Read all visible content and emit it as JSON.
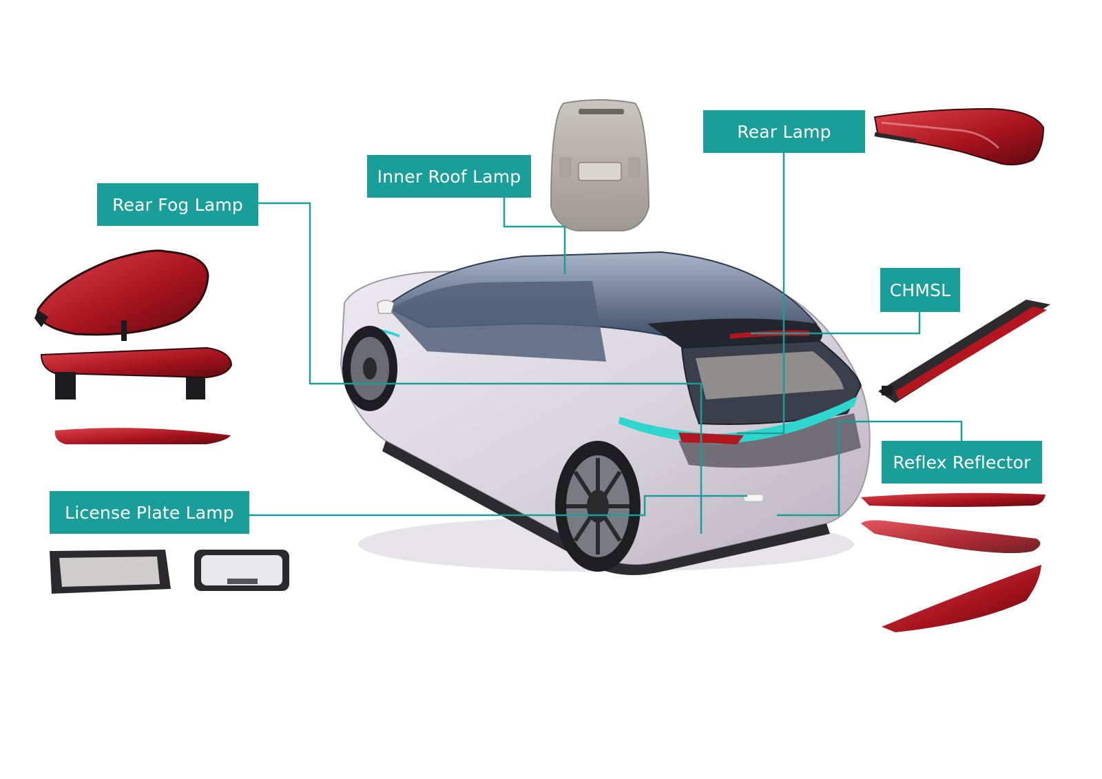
{
  "labels": {
    "rear_fog_lamp": "Rear Fog Lamp",
    "inner_roof_lamp": "Inner Roof Lamp",
    "rear_lamp": "Rear Lamp",
    "chmsl": "CHMSL",
    "reflex_reflector": "Reflex Reflector",
    "license_plate_lamp": "License Plate Lamp"
  },
  "colors": {
    "accent": "#1a9e9a",
    "lamp_red": "#b3161f",
    "car_body": "#d9d3dc",
    "glass": "#5d6d86"
  }
}
